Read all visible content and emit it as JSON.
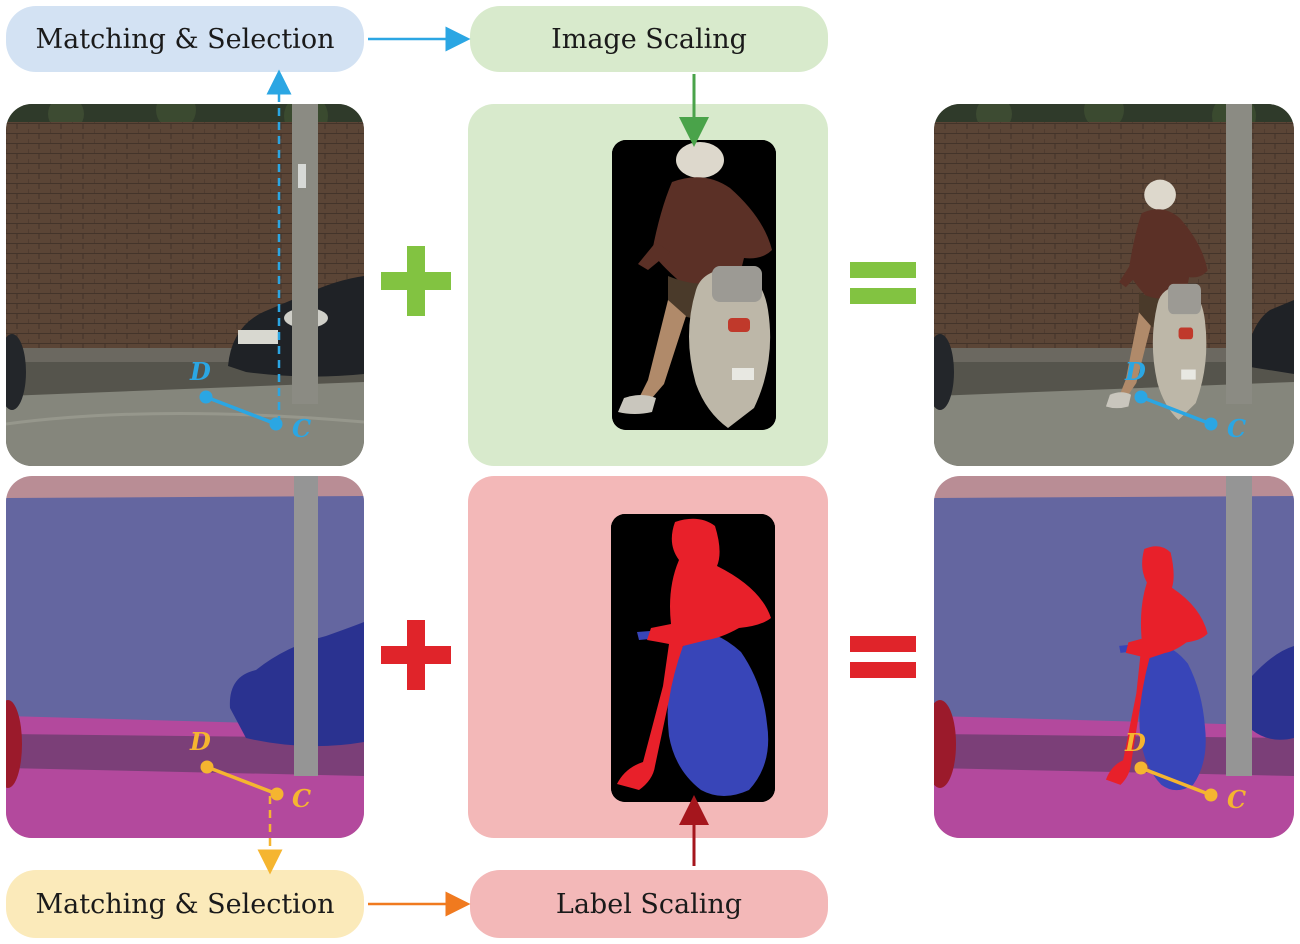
{
  "labels": {
    "matching_top": "Matching & Selection",
    "image_scaling": "Image Scaling",
    "matching_bottom": "Matching & Selection",
    "label_scaling": "Label Scaling"
  },
  "points": {
    "d": "D",
    "c": "C"
  },
  "colors": {
    "matching_top_bg": "#d3e2f3",
    "scaling_green_bg": "#d8eacc",
    "matching_bottom_bg": "#fbeaba",
    "scaling_red_bg": "#f3b8b8",
    "plus_green": "#82c341",
    "plus_red": "#e0242a",
    "blue_marker": "#2ba6e3",
    "yellow_marker": "#f5b530"
  }
}
